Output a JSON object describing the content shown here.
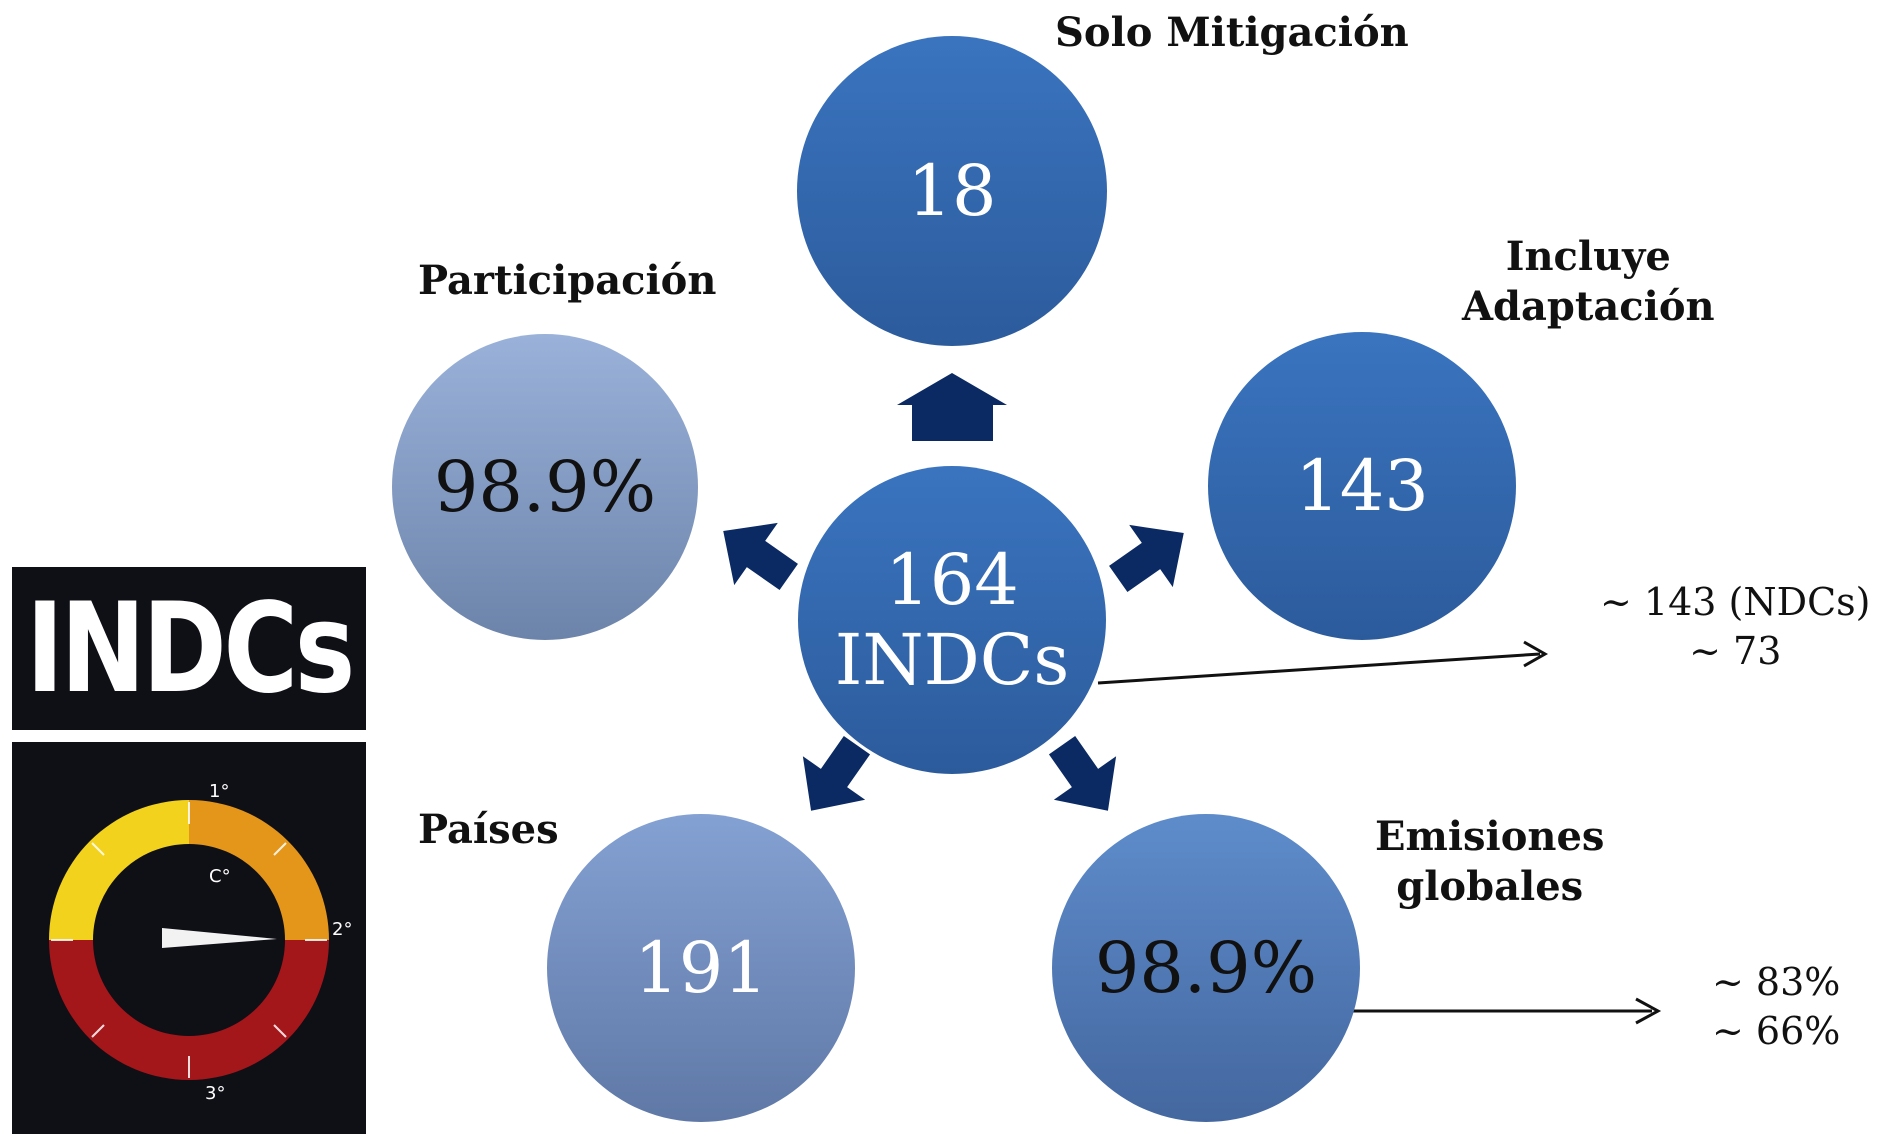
{
  "center": {
    "value": "164",
    "label": "INDCs"
  },
  "nodes": [
    {
      "id": "solo-mitigacion",
      "value": "18",
      "label": "Solo Mitigación"
    },
    {
      "id": "incluye-adaptacion",
      "value": "143",
      "label_line1": "Incluye",
      "label_line2": "Adaptación"
    },
    {
      "id": "emisiones-globales",
      "value": "98.9%",
      "label_line1": "Emisiones",
      "label_line2": "globales"
    },
    {
      "id": "paises",
      "value": "191",
      "label": "Países"
    },
    {
      "id": "participacion",
      "value": "98.9%",
      "label": "Participación"
    }
  ],
  "annotations": {
    "center_note_line1": "~ 143 (NDCs)",
    "center_note_line2": "~ 73",
    "emisiones_note_line1": "~ 83%",
    "emisiones_note_line2": "~ 66%"
  },
  "logo": {
    "text": "INDCs",
    "gauge_marks": [
      "1°",
      "2°",
      "3°",
      "C°"
    ]
  },
  "colors": {
    "arrow": "#0b2a63",
    "circle_dark": "#2f63a8",
    "circle_light": "#8fa6cf",
    "gauge_yellow": "#f2d21c",
    "gauge_orange": "#e39619",
    "gauge_red": "#a3161a"
  }
}
